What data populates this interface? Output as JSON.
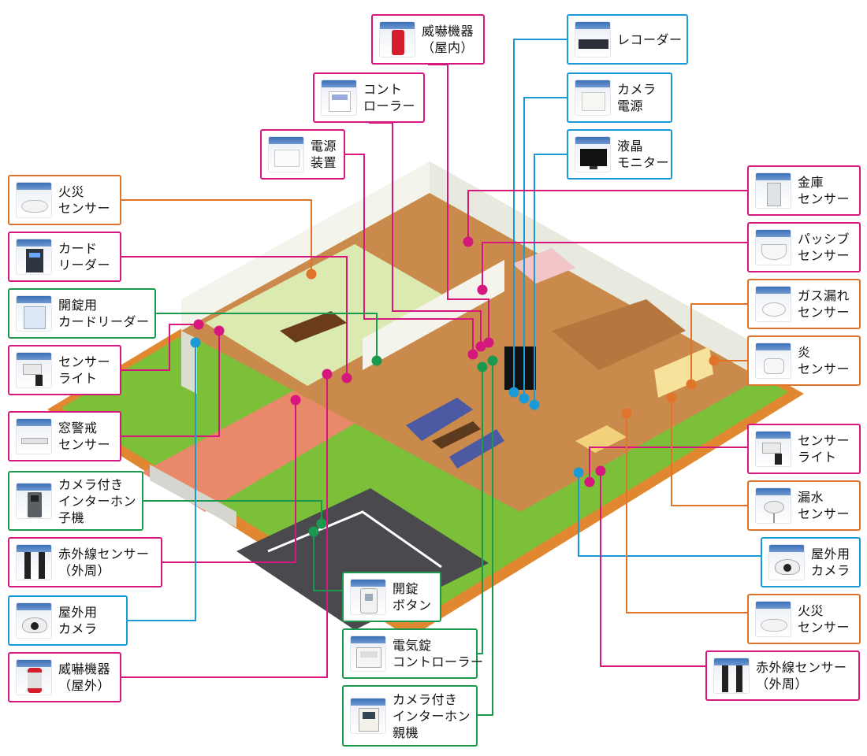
{
  "colors": {
    "pink": "#d6187e",
    "green": "#1b9a4f",
    "orange": "#e0742a",
    "blue": "#1a9ad6",
    "lawn": "#7cc03a",
    "wall_border": "#d9822b",
    "floor_wood": "#c98a4c",
    "tatami": "#dbeab0"
  },
  "labels": [
    {
      "id": "threat-indoor",
      "text": "威嚇機器\n（屋内）",
      "icon": "red-siren-icon",
      "color": "pink"
    },
    {
      "id": "controller",
      "text": "コント\nローラー",
      "icon": "control-panel-icon",
      "color": "pink"
    },
    {
      "id": "power-unit",
      "text": "電源\n装置",
      "icon": "power-supply-icon",
      "color": "pink"
    },
    {
      "id": "recorder",
      "text": "レコーダー",
      "icon": "recorder-icon",
      "color": "blue"
    },
    {
      "id": "camera-power",
      "text": "カメラ\n電源",
      "icon": "camera-power-icon",
      "color": "blue"
    },
    {
      "id": "lcd-monitor",
      "text": "液晶\nモニター",
      "icon": "monitor-icon",
      "color": "blue"
    },
    {
      "id": "fire-sensor-left",
      "text": "火災\nセンサー",
      "icon": "smoke-detector-icon",
      "color": "orange"
    },
    {
      "id": "card-reader",
      "text": "カード\nリーダー",
      "icon": "card-reader-icon",
      "color": "pink"
    },
    {
      "id": "unlock-card-reader",
      "text": "開錠用\nカードリーダー",
      "icon": "unlock-card-reader-icon",
      "color": "green"
    },
    {
      "id": "sensor-light-left",
      "text": "センサー\nライト",
      "icon": "sensor-light-icon",
      "color": "pink"
    },
    {
      "id": "window-sensor",
      "text": "窓警戒\nセンサー",
      "icon": "window-sensor-icon",
      "color": "pink"
    },
    {
      "id": "intercom-sub",
      "text": "カメラ付き\nインターホン\n子機",
      "icon": "intercom-door-icon",
      "color": "green"
    },
    {
      "id": "ir-sensor-left",
      "text": "赤外線センサー\n（外周）",
      "icon": "infrared-beam-icon",
      "color": "pink"
    },
    {
      "id": "outdoor-camera-left",
      "text": "屋外用\nカメラ",
      "icon": "dome-camera-icon",
      "color": "blue"
    },
    {
      "id": "threat-outdoor",
      "text": "威嚇機器\n（屋外）",
      "icon": "outdoor-siren-icon",
      "color": "pink"
    },
    {
      "id": "safe-sensor",
      "text": "金庫\nセンサー",
      "icon": "safe-sensor-icon",
      "color": "pink"
    },
    {
      "id": "passive-sensor",
      "text": "パッシブ\nセンサー",
      "icon": "passive-sensor-icon",
      "color": "pink"
    },
    {
      "id": "gas-leak-sensor",
      "text": "ガス漏れ\nセンサー",
      "icon": "gas-detector-icon",
      "color": "orange"
    },
    {
      "id": "flame-sensor",
      "text": "炎\nセンサー",
      "icon": "flame-sensor-icon",
      "color": "orange"
    },
    {
      "id": "sensor-light-right",
      "text": "センサー\nライト",
      "icon": "sensor-light-icon",
      "color": "pink"
    },
    {
      "id": "water-leak-sensor",
      "text": "漏水\nセンサー",
      "icon": "water-leak-sensor-icon",
      "color": "orange"
    },
    {
      "id": "outdoor-camera-right",
      "text": "屋外用\nカメラ",
      "icon": "dome-camera-icon",
      "color": "blue"
    },
    {
      "id": "fire-sensor-right",
      "text": "火災\nセンサー",
      "icon": "smoke-detector-icon",
      "color": "orange"
    },
    {
      "id": "ir-sensor-right",
      "text": "赤外線センサー\n（外周）",
      "icon": "infrared-beam-icon",
      "color": "pink"
    },
    {
      "id": "unlock-button",
      "text": "開錠\nボタン",
      "icon": "unlock-button-icon",
      "color": "green"
    },
    {
      "id": "electric-lock-ctrl",
      "text": "電気錠\nコントローラー",
      "icon": "lock-controller-icon",
      "color": "green"
    },
    {
      "id": "intercom-main",
      "text": "カメラ付き\nインターホン\n親機",
      "icon": "intercom-master-icon",
      "color": "green"
    }
  ]
}
